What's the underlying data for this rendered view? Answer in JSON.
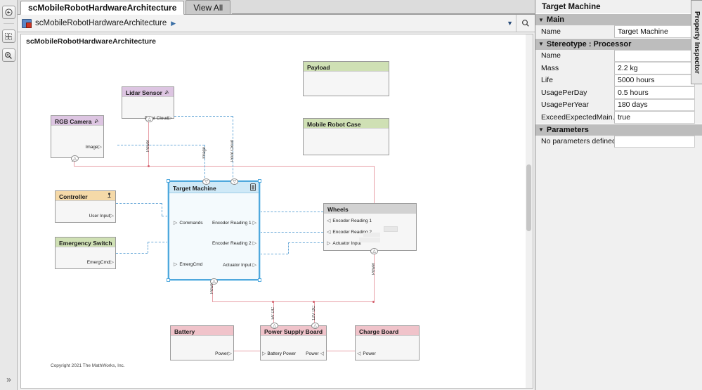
{
  "window": {
    "tabs": [
      {
        "label": "scMobileRobotHardwareArchitecture",
        "active": true
      },
      {
        "label": "View All",
        "active": false
      }
    ]
  },
  "breadcrumb": {
    "icon": "model-icon",
    "text": "scMobileRobotHardwareArchitecture",
    "arrow": "▶",
    "dropdown_icon": "chevron-down-icon",
    "search_icon": "search-icon"
  },
  "toolstrip": {
    "items": [
      {
        "name": "back-icon",
        "glyph": "←"
      },
      {
        "name": "fit-to-view-icon",
        "glyph": "✥"
      },
      {
        "name": "zoom-icon",
        "glyph": "⌕"
      }
    ],
    "expand_glyph": "»"
  },
  "canvas": {
    "title": "scMobileRobotHardwareArchitecture",
    "copyright": "Copyright 2021 The MathWorks, Inc."
  },
  "diagram": {
    "blocks": [
      {
        "id": "lidar",
        "name": "Lidar Sensor",
        "header_color": "#ddc5e2",
        "icon": "signal-icon",
        "ports_out": [
          "Point Cloud"
        ],
        "ports_in": [],
        "power_port": "Power"
      },
      {
        "id": "rgb",
        "name": "RGB Camera",
        "header_color": "#ddc5e2",
        "icon": "signal-icon",
        "ports_out": [
          "Image"
        ],
        "ports_in": [],
        "power_port": "Power"
      },
      {
        "id": "payload",
        "name": "Payload",
        "header_color": "#cfe0b4",
        "icon": "",
        "ports_out": [],
        "ports_in": [],
        "power_port": ""
      },
      {
        "id": "case",
        "name": "Mobile Robot Case",
        "header_color": "#cfe0b4",
        "icon": "",
        "ports_out": [],
        "ports_in": [],
        "power_port": ""
      },
      {
        "id": "ctrl",
        "name": "Controller",
        "header_color": "#f5d9a8",
        "icon": "joystick-icon",
        "ports_out": [
          "User Input"
        ],
        "ports_in": [],
        "power_port": ""
      },
      {
        "id": "estop",
        "name": "Emergency Switch",
        "header_color": "#cfe0b4",
        "icon": "",
        "ports_out": [
          "EmergCmd"
        ],
        "ports_in": [],
        "power_port": ""
      },
      {
        "id": "target",
        "name": "Target Machine",
        "header_color": "#cfe9f7",
        "icon": "processor-icon",
        "ports_out": [
          "Encoder Reading 1",
          "Encoder Reading 2",
          "Actuator Input"
        ],
        "ports_in": [
          "Commands",
          "EmergCmd"
        ],
        "power_port": "Power",
        "selected": true
      },
      {
        "id": "wheels",
        "name": "Wheels",
        "header_color": "#d2d2d2",
        "icon": "",
        "ports_out": [],
        "ports_in": [
          "Encoder Reading 1",
          "Encoder Reading 2",
          "Actuator Input"
        ],
        "power_port": "Power"
      },
      {
        "id": "battery",
        "name": "Battery",
        "header_color": "#f0c3ca",
        "icon": "",
        "ports_out": [
          "Power"
        ],
        "ports_in": [],
        "power_port": ""
      },
      {
        "id": "psu",
        "name": "Power Supply Board",
        "header_color": "#f0c3ca",
        "icon": "",
        "ports_out": [
          "Power"
        ],
        "ports_in": [
          "Battery Power"
        ],
        "power_port": ""
      },
      {
        "id": "charge",
        "name": "Charge Board",
        "header_color": "#f0c3ca",
        "icon": "",
        "ports_out": [],
        "ports_in": [
          "Power"
        ],
        "power_port": ""
      }
    ],
    "connection_labels": {
      "image": "Image",
      "point_cloud": "Point Cloud",
      "power_rgb": "Power",
      "power_lidar": "Power",
      "power_target": "Power",
      "power_wheels": "Power",
      "v5dc": "5V DC",
      "v12dc": "12V DC"
    },
    "port_labels": {
      "point_cloud": "Point Cloud",
      "image": "Image",
      "user_input": "User Input",
      "emerg_cmd": "EmergCmd",
      "commands": "Commands",
      "target_emerg_cmd": "EmergCmd",
      "encoder1": "Encoder Reading 1",
      "encoder2": "Encoder Reading 2",
      "actuator": "Actuator Input",
      "w_encoder1": "Encoder Reading 1",
      "w_encoder2": "Encoder Reading 2",
      "w_actuator": "Actuator Input",
      "bat_power": "Power",
      "psu_battery_power": "Battery Power",
      "psu_power": "Power",
      "charge_power": "Power"
    }
  },
  "inspector": {
    "title": "Target Machine",
    "vertical_tab": "Property Inspector",
    "sections": [
      {
        "name": "Main",
        "rows": [
          {
            "label": "Name",
            "value": "Target Machine"
          }
        ]
      },
      {
        "name": "Stereotype : Processor",
        "rows": [
          {
            "label": "Name",
            "value": ""
          },
          {
            "label": "Mass",
            "value": "2.2 kg"
          },
          {
            "label": "Life",
            "value": "5000 hours"
          },
          {
            "label": "UsagePerDay",
            "value": "0.5 hours"
          },
          {
            "label": "UsagePerYear",
            "value": "180 days"
          },
          {
            "label": "ExceedExpectedMain…",
            "value": "true"
          }
        ]
      },
      {
        "name": "Parameters",
        "rows": [
          {
            "label": "No parameters defined",
            "value": ""
          }
        ]
      }
    ]
  }
}
